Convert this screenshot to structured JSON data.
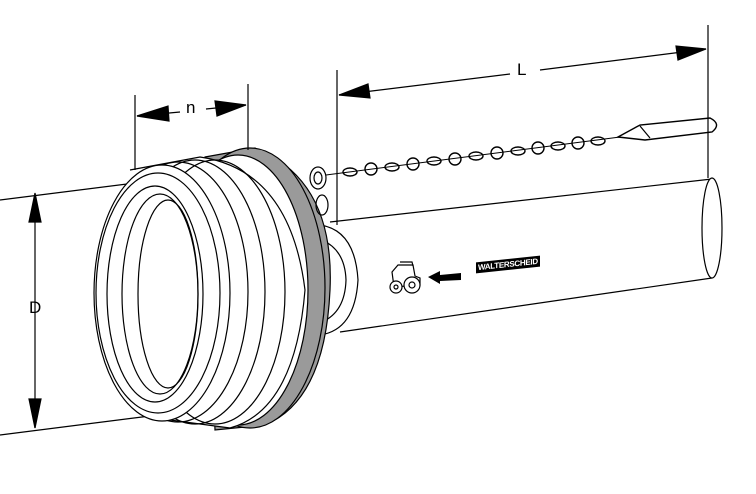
{
  "dimensions": {
    "diameter_label": "D",
    "overlap_label": "n",
    "length_label": "L"
  },
  "logo": {
    "text": "WALTERSCHEID"
  },
  "icons": [
    "tractor-icon",
    "direction-arrow-icon",
    "safety-chain-icon"
  ],
  "colors": {
    "ring": "#9a9a9a",
    "line": "#000000",
    "background": "#ffffff"
  }
}
